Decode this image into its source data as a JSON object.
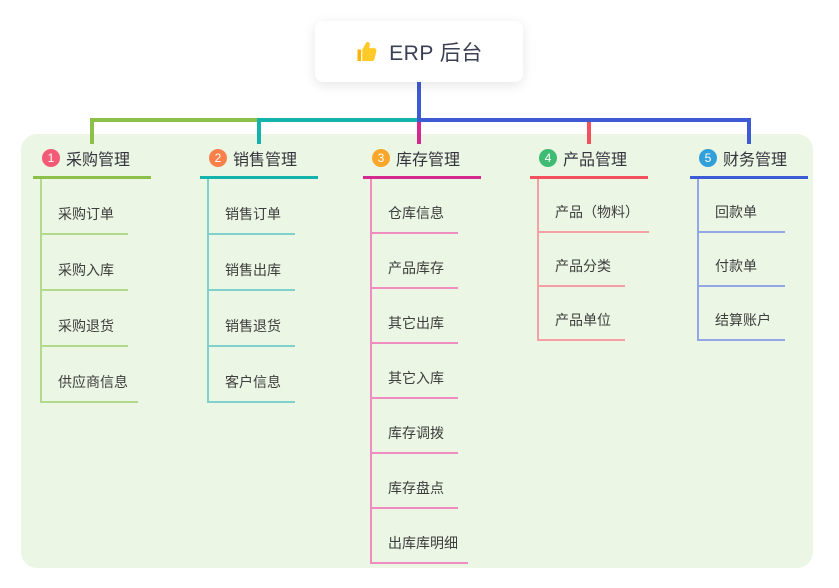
{
  "root": {
    "label": "ERP 后台",
    "icon": "thumbs-up-icon",
    "line_color": "#3d5bd4"
  },
  "background_color": "#ebf6e4",
  "branches": [
    {
      "number": "1",
      "label": "采购管理",
      "badge_color": "#f25a76",
      "line_color": "#8cc04b",
      "child_line_color": "#b2d98c",
      "children": [
        "采购订单",
        "采购入库",
        "采购退货",
        "供应商信息"
      ]
    },
    {
      "number": "2",
      "label": "销售管理",
      "badge_color": "#f9804b",
      "line_color": "#14b3ac",
      "child_line_color": "#7fd1cb",
      "children": [
        "销售订单",
        "销售出库",
        "销售退货",
        "客户信息"
      ]
    },
    {
      "number": "3",
      "label": "库存管理",
      "badge_color": "#f9a62a",
      "line_color": "#d42a90",
      "child_line_color": "#ef8cc1",
      "children": [
        "仓库信息",
        "产品库存",
        "其它出库",
        "其它入库",
        "库存调拨",
        "库存盘点",
        "出库库明细"
      ]
    },
    {
      "number": "4",
      "label": "产品管理",
      "badge_color": "#3fbc73",
      "line_color": "#f4515f",
      "child_line_color": "#f6a0a5",
      "children": [
        "产品（物料）",
        "产品分类",
        "产品单位"
      ]
    },
    {
      "number": "5",
      "label": "财务管理",
      "badge_color": "#31a0da",
      "line_color": "#3d5bd4",
      "child_line_color": "#93a7e6",
      "children": [
        "回款单",
        "付款单",
        "结算账户"
      ]
    }
  ]
}
